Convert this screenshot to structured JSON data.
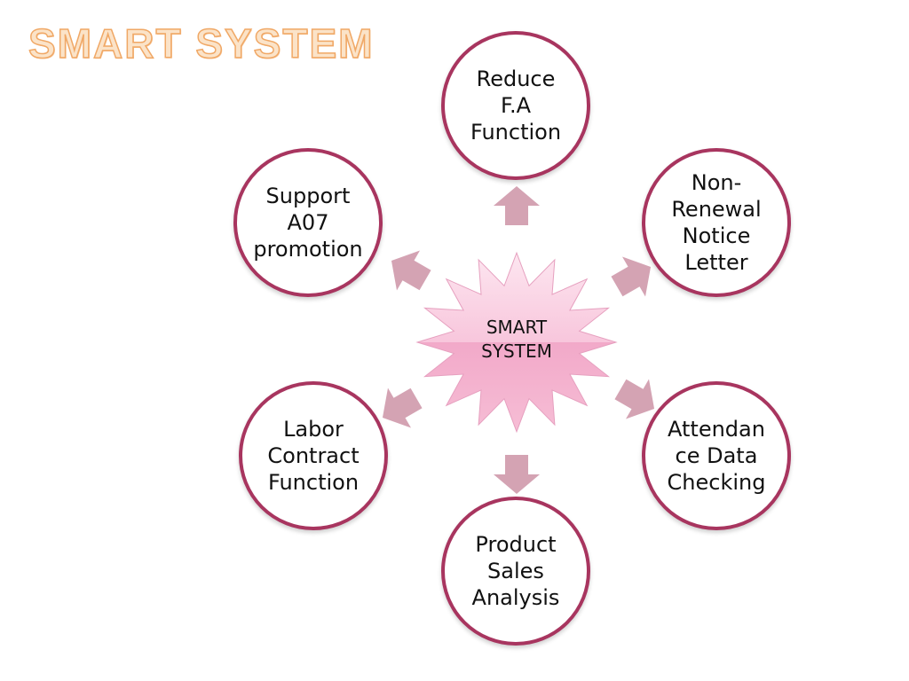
{
  "slide": {
    "title": "SMART SYSTEM"
  },
  "center": {
    "label": "SMART\nSYSTEM",
    "fill_color": "#f5b8d2"
  },
  "nodes": [
    {
      "id": "top",
      "label": "Reduce\nF.A\nFunction"
    },
    {
      "id": "upper-right",
      "label": "Non-\nRenewal\nNotice\nLetter"
    },
    {
      "id": "lower-right",
      "label": "Attendan\nce Data\nChecking"
    },
    {
      "id": "bottom",
      "label": "Product\nSales\nAnalysis"
    },
    {
      "id": "lower-left",
      "label": "Labor\nContract\nFunction"
    },
    {
      "id": "upper-left",
      "label": "Support\nA07\npromotion"
    }
  ],
  "colors": {
    "node_border": "#a8355f",
    "arrow": "#d4a3b3",
    "title_fill": "#fbe3c8",
    "title_outline": "#f0a866"
  }
}
